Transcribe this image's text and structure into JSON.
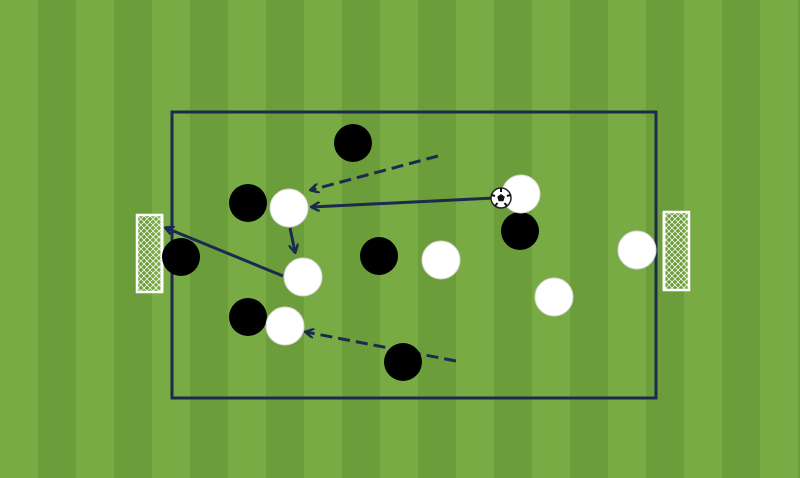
{
  "pitch": {
    "grass_light": "#79ab45",
    "grass_dark": "#6c9d3b",
    "line_color": "#1b2a4e",
    "net_color": "#ffffff"
  },
  "diagram": {
    "players": [
      {
        "id": "black-1",
        "team": "black"
      },
      {
        "id": "black-2",
        "team": "black"
      },
      {
        "id": "black-3",
        "team": "black"
      },
      {
        "id": "black-4",
        "team": "black"
      },
      {
        "id": "black-5",
        "team": "black"
      },
      {
        "id": "black-6",
        "team": "black"
      },
      {
        "id": "black-7",
        "team": "black"
      },
      {
        "id": "white-1",
        "team": "white"
      },
      {
        "id": "white-2",
        "team": "white"
      },
      {
        "id": "white-3",
        "team": "white"
      },
      {
        "id": "white-4",
        "team": "white"
      },
      {
        "id": "white-5",
        "team": "white"
      },
      {
        "id": "white-6",
        "team": "white"
      },
      {
        "id": "white-7",
        "team": "white"
      }
    ],
    "colors": {
      "black_team": "#000000",
      "white_team": "#ffffff",
      "white_outline": "#d8d8d8",
      "arrow": "#1b2a4e"
    },
    "ball": {
      "icon": "soccer-ball-icon"
    },
    "arrows": [
      {
        "id": "pass-arrow-1",
        "style": "solid"
      },
      {
        "id": "pass-arrow-2",
        "style": "solid"
      },
      {
        "id": "shot-arrow",
        "style": "solid"
      },
      {
        "id": "run-arrow-1",
        "style": "dashed"
      },
      {
        "id": "run-arrow-2",
        "style": "dashed"
      }
    ]
  }
}
